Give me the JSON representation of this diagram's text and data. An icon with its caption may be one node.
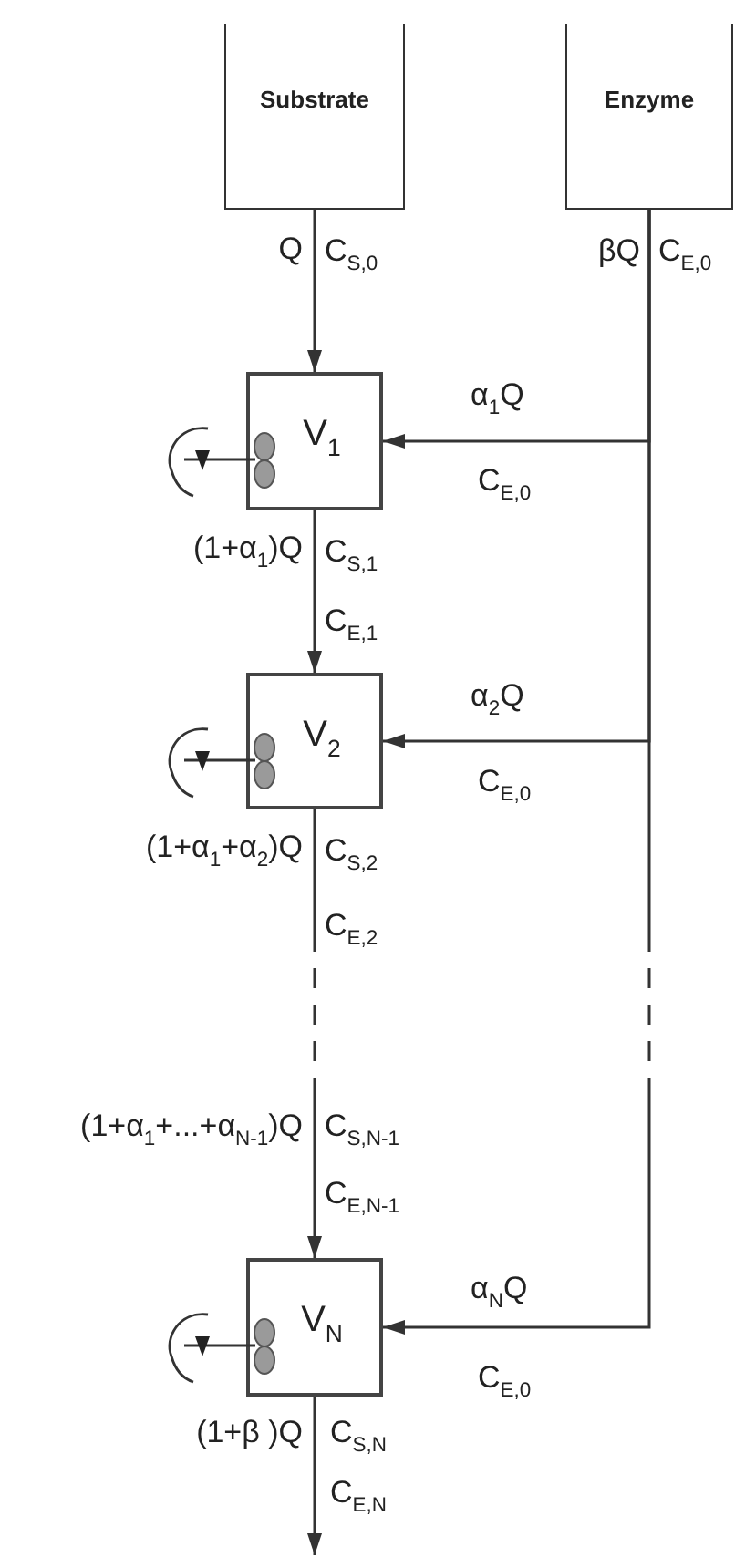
{
  "diagram": {
    "nodes": [
      {
        "text": [
          "Substrate"
        ]
      },
      {
        "text": [
          "Enzyme"
        ]
      },
      {
        "text": [
          "V$_{1}$"
        ]
      },
      {
        "text": [
          "V$_{2}$"
        ]
      },
      {
        "text": [
          "V$_{N}$"
        ]
      }
    ],
    "edges": [
      {
        "from": 0,
        "to": 2,
        "arrow": "to",
        "label": "Q"
      },
      {
        "from": 1,
        "to": 2,
        "arrow": "to",
        "label": "α$_{1}$Q"
      },
      {
        "from": 2,
        "to": 3,
        "arrow": "to",
        "label": "(1+α$_{1}$)Q"
      },
      {
        "from": 1,
        "to": 3,
        "arrow": "to",
        "label": "α$_{2}$Q"
      },
      {
        "from": 3,
        "to": 4,
        "arrow": "to",
        "label": "(1+α$_{1}$+α$_{2}$)Q",
        "style": "dashed"
      },
      {
        "from": 1,
        "to": 4,
        "arrow": "to",
        "label": "α$_{N}$Q",
        "style": "dashed"
      },
      {
        "from": 4,
        "to": null,
        "arrow": "to",
        "label": "(1+β )Q"
      }
    ],
    "labels": [
      "C$_{S,0}$",
      "βQ",
      "C$_{E,0}$",
      "C$_{E,0}$",
      "C$_{S,1}$",
      "C$_{E,1}$",
      "C$_{E,0}$",
      "C$_{S,2}$",
      "C$_{E,2}$",
      "(1+α$_{1}$+...+α$_{N-1}$)Q",
      "C$_{S,N-1}$",
      "C$_{E,N-1}$",
      "C$_{E,0}$",
      "C$_{S,N}$",
      "C$_{E,N}$"
    ]
  }
}
